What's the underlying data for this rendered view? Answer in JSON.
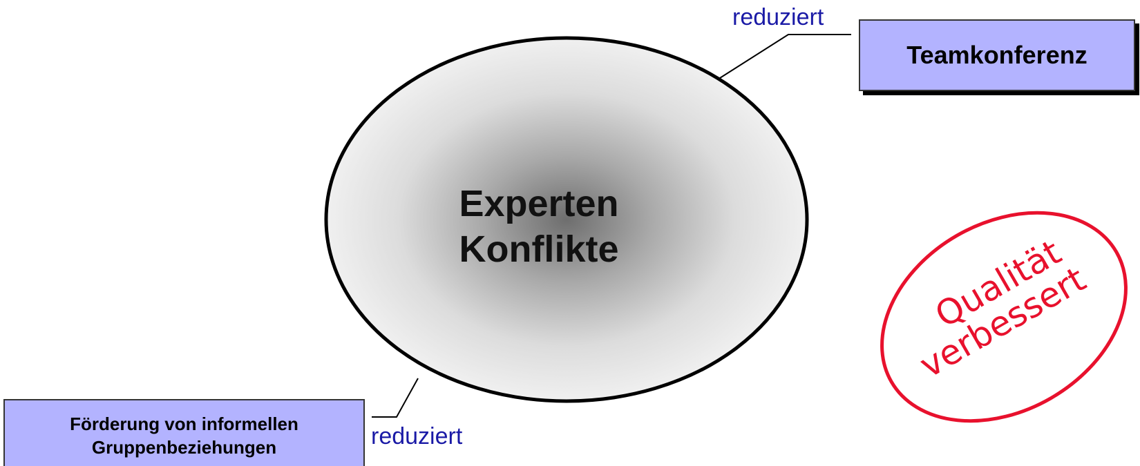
{
  "center": {
    "line1": "Experten",
    "line2": "Konflikte"
  },
  "boxes": {
    "teamkonferenz": "Teamkonferenz",
    "foerderung_line1": "Förderung von informellen",
    "foerderung_line2": "Gruppenbeziehungen"
  },
  "labels": {
    "top_reduziert": "reduziert",
    "bottom_reduziert": "reduziert"
  },
  "stamp": {
    "line1": "Qualität",
    "line2": "verbessert",
    "color": "#e8112d"
  },
  "colors": {
    "box_fill": "#b3b3ff",
    "label_blue": "#1a1aa6"
  }
}
